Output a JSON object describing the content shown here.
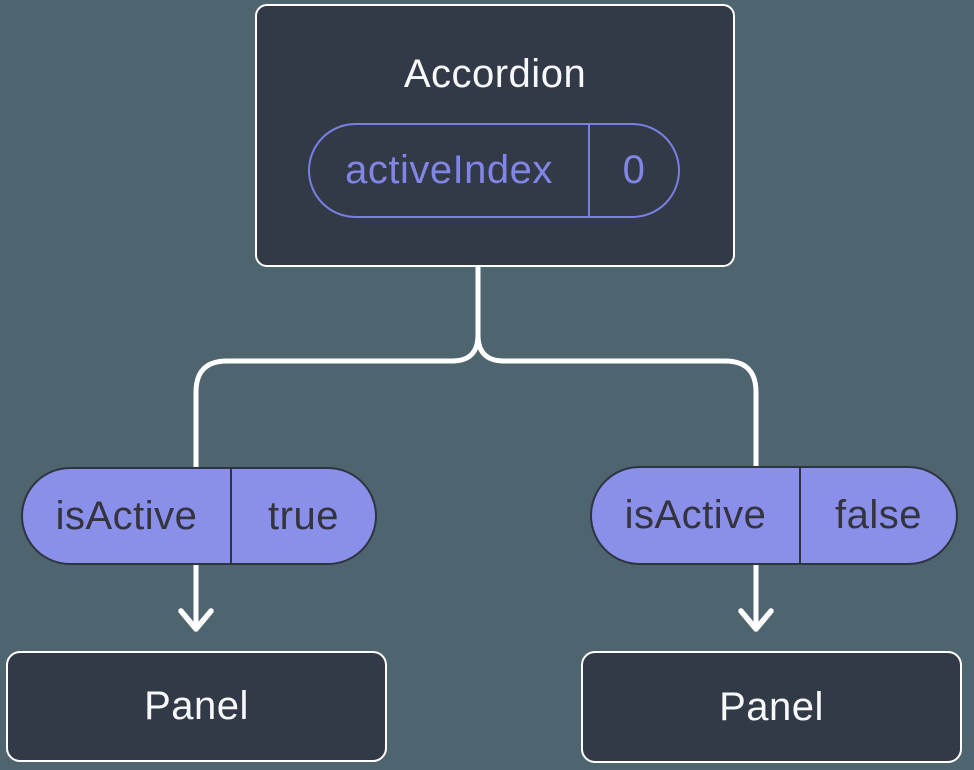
{
  "diagram": {
    "colors": {
      "bg": "#4e6570",
      "node_fill": "#333a47",
      "node_border": "#ffffff",
      "pill_fill": "#8a8fe9",
      "pill_border": "#2e3440",
      "pill_text_dark": "#34343e",
      "accent_purple": "#8186e6",
      "accent_purple_border": "#7a7fe1",
      "connector": "#ffffff",
      "text_light": "#f7f8fa"
    },
    "accordion": {
      "title": "Accordion",
      "prop_pill": {
        "label": "activeIndex",
        "value": "0"
      }
    },
    "branches": [
      {
        "state_pill": {
          "label": "isActive",
          "value": "true"
        },
        "target": {
          "title": "Panel"
        }
      },
      {
        "state_pill": {
          "label": "isActive",
          "value": "false"
        },
        "target": {
          "title": "Panel"
        }
      }
    ]
  }
}
